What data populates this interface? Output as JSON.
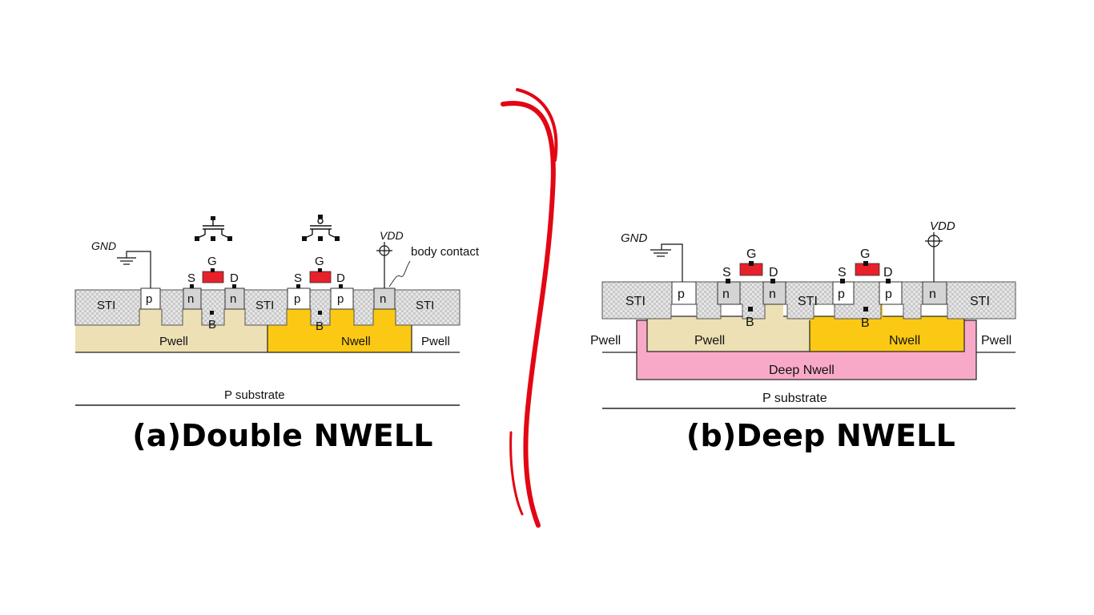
{
  "captions": {
    "a": "(a)Double NWELL",
    "b": "(b)Deep NWELL"
  },
  "diagram_a": {
    "gnd": "GND",
    "vdd": "VDD",
    "body_contact": "body contact",
    "sti": "STI",
    "p": "p",
    "n": "n",
    "s": "S",
    "g": "G",
    "d": "D",
    "b": "B",
    "pwell": "Pwell",
    "nwell": "Nwell",
    "substrate": "P substrate"
  },
  "diagram_b": {
    "gnd": "GND",
    "vdd": "VDD",
    "sti": "STI",
    "p": "p",
    "n": "n",
    "s": "S",
    "g": "G",
    "d": "D",
    "b": "B",
    "pwell": "Pwell",
    "nwell": "Nwell",
    "deep_nwell": "Deep Nwell",
    "substrate": "P substrate"
  },
  "colors": {
    "pwell": "#ede0b4",
    "nwell": "#fbc913",
    "deep_nwell": "#f8a9c8",
    "sti": "#d9d9d9",
    "gate": "#e8202a",
    "divider": "#e30613",
    "n_region": "#d4d4d4"
  }
}
